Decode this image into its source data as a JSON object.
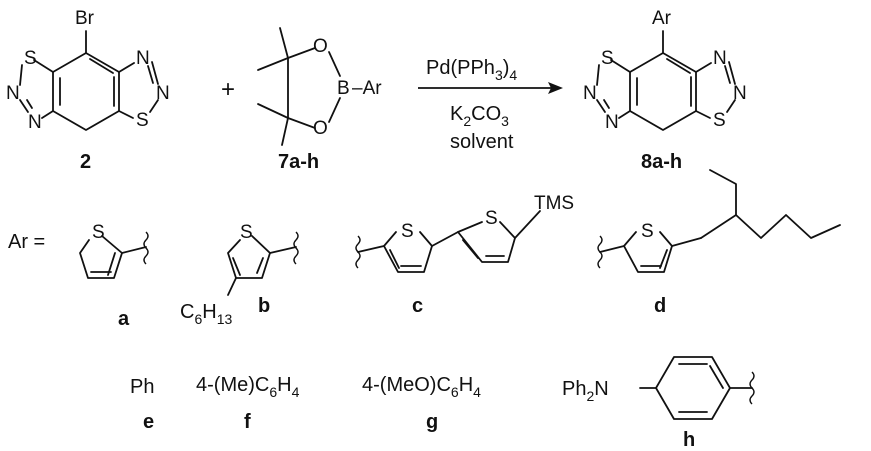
{
  "reaction": {
    "reactant_1_substituent": "Br",
    "reactant_1_label": "2",
    "plus_sign": "+",
    "reactant_2_boron": "B",
    "reactant_2_aryl": "–Ar",
    "reactant_2_oxygen": "O",
    "reactant_2_label": "7a-h",
    "catalyst_main": "Pd(PPh",
    "catalyst_sub": "3",
    "catalyst_close": ")",
    "catalyst_sub2": "4",
    "base_main": "K",
    "base_sub": "2",
    "base_rest": "CO",
    "base_sub2": "3",
    "solvent": "solvent",
    "product_substituent": "Ar",
    "product_label": "8a-h",
    "atom_S": "S",
    "atom_N": "N"
  },
  "substituents": {
    "ar_equals": "Ar =",
    "items": [
      {
        "label": "a"
      },
      {
        "label": "b",
        "alkyl_main": "C",
        "alkyl_sub1": "6",
        "alkyl_mid": "H",
        "alkyl_sub2": "13"
      },
      {
        "label": "c",
        "silyl": "TMS"
      },
      {
        "label": "d"
      },
      {
        "label": "e",
        "formula": "Ph"
      },
      {
        "label": "f",
        "formula_main": "4-(Me)C",
        "formula_sub1": "6",
        "formula_mid": "H",
        "formula_sub2": "4"
      },
      {
        "label": "g",
        "formula_main": "4-(MeO)C",
        "formula_sub1": "6",
        "formula_mid": "H",
        "formula_sub2": "4"
      },
      {
        "label": "h",
        "amine_main": "Ph",
        "amine_sub": "2",
        "amine_rest": "N"
      }
    ]
  }
}
